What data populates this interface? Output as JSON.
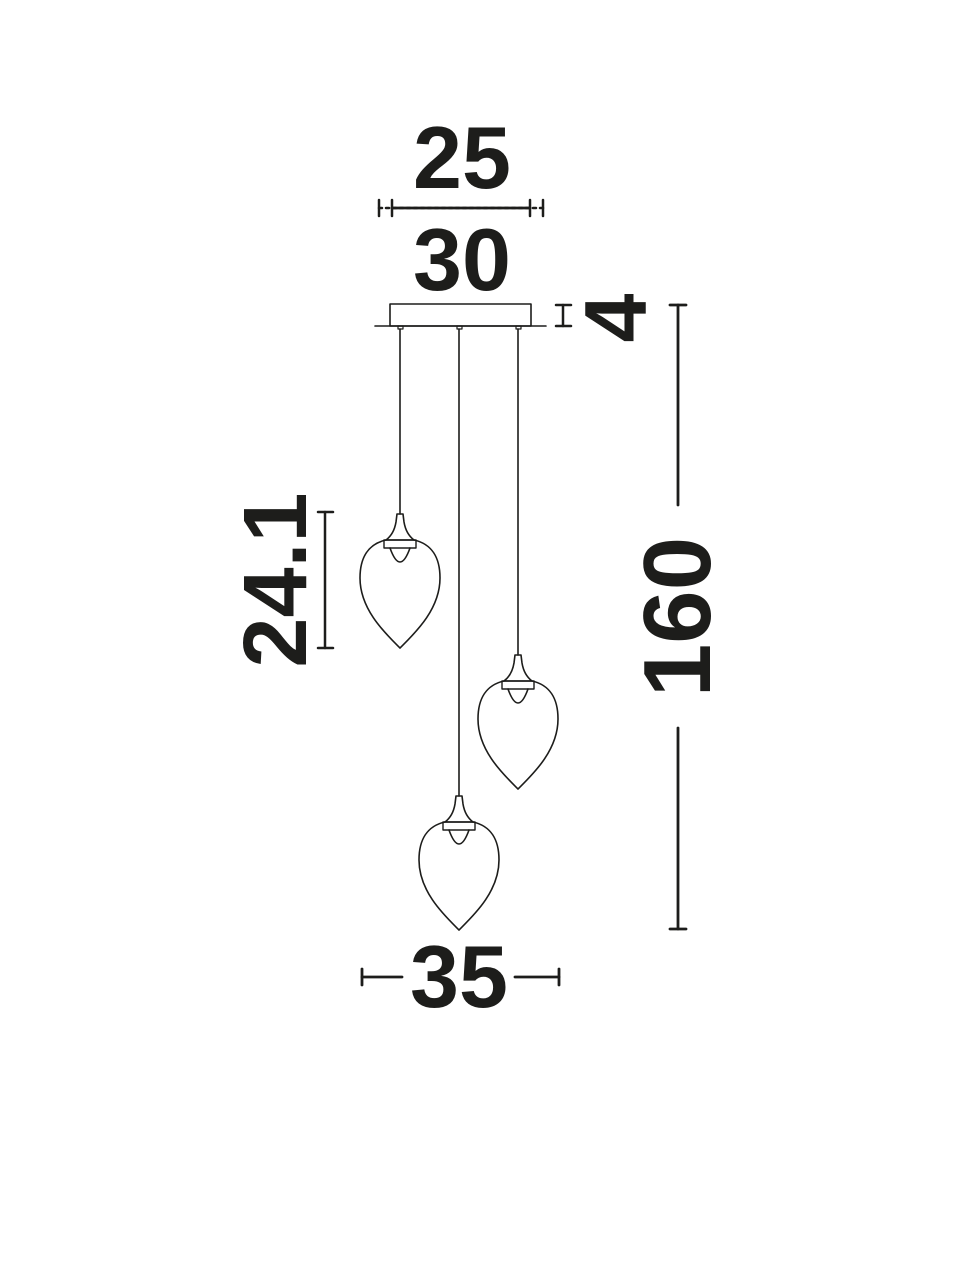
{
  "dimensions": {
    "canopy_inner_width": "25",
    "canopy_outer_width": "30",
    "canopy_height": "4",
    "total_height": "160",
    "shade_height": "24.1",
    "total_width": "35"
  },
  "colors": {
    "ink": "#1d1d1b",
    "background": "#ffffff"
  }
}
